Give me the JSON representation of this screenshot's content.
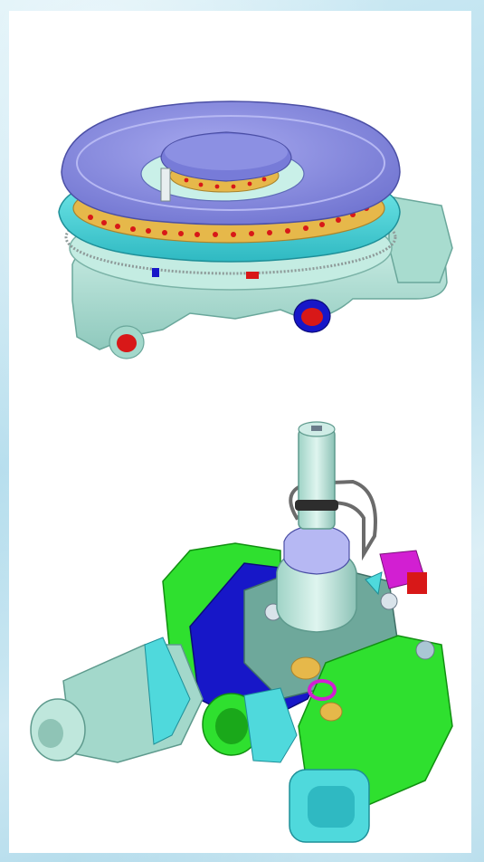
{
  "page": {
    "background_color": "#bfe3f0",
    "panel_color": "#ffffff"
  },
  "figures": [
    {
      "id": "gas-burner",
      "icon": "burner-illustration"
    },
    {
      "id": "gas-valve",
      "icon": "valve-illustration"
    }
  ],
  "colors": {
    "cap": "#8a8fe0",
    "ring": "#4fd9dc",
    "brass": "#e6b84a",
    "body": "#b9e6d8",
    "port": "#d81818",
    "green": "#2fe02f",
    "blue": "#1717c8",
    "magenta": "#d21fd2"
  }
}
